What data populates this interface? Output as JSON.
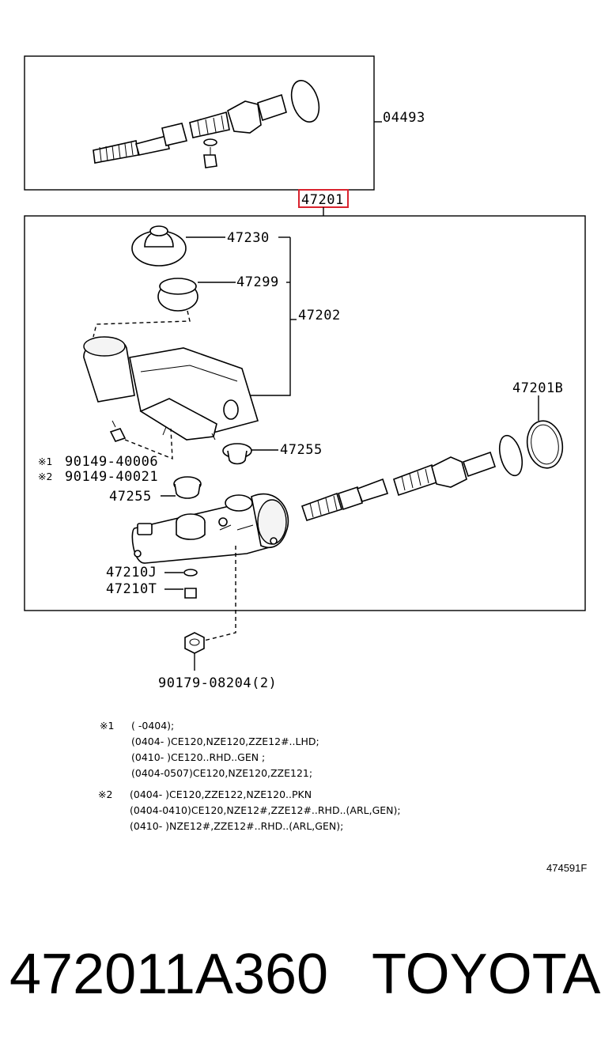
{
  "colors": {
    "highlight": "#d9232e",
    "ink": "#000000"
  },
  "callouts": {
    "kit": "04493",
    "assembly": "47201",
    "cap": "47230",
    "strainer": "47299",
    "reservoir": "47202",
    "oring": "47201B",
    "grommet_right": "47255",
    "grommet_left": "47255",
    "gasket": "47210J",
    "bleeder": "47210T",
    "screw1": "90149-40006",
    "screw2": "90149-40021",
    "nut": "90179-08204(2)",
    "mark1": "※1",
    "mark2": "※2"
  },
  "notes": {
    "n1": {
      "mark": "※1",
      "lines": [
        "(      -0404);",
        "(0404-      )CE120,NZE120,ZZE12#..LHD;",
        "(0410-      )CE120..RHD..GEN ;",
        "(0404-0507)CE120,NZE120,ZZE121;"
      ]
    },
    "n2": {
      "mark": "※2",
      "lines": [
        "(0404-      )CE120,ZZE122,NZE120..PKN",
        "(0404-0410)CE120,NZE12#,ZZE12#..RHD..(ARL,GEN);",
        "(0410-      )NZE12#,ZZE12#..RHD..(ARL,GEN);"
      ]
    }
  },
  "figure_code": "474591F",
  "footer": {
    "part_number": "472011A360",
    "brand": "TOYOTA"
  }
}
